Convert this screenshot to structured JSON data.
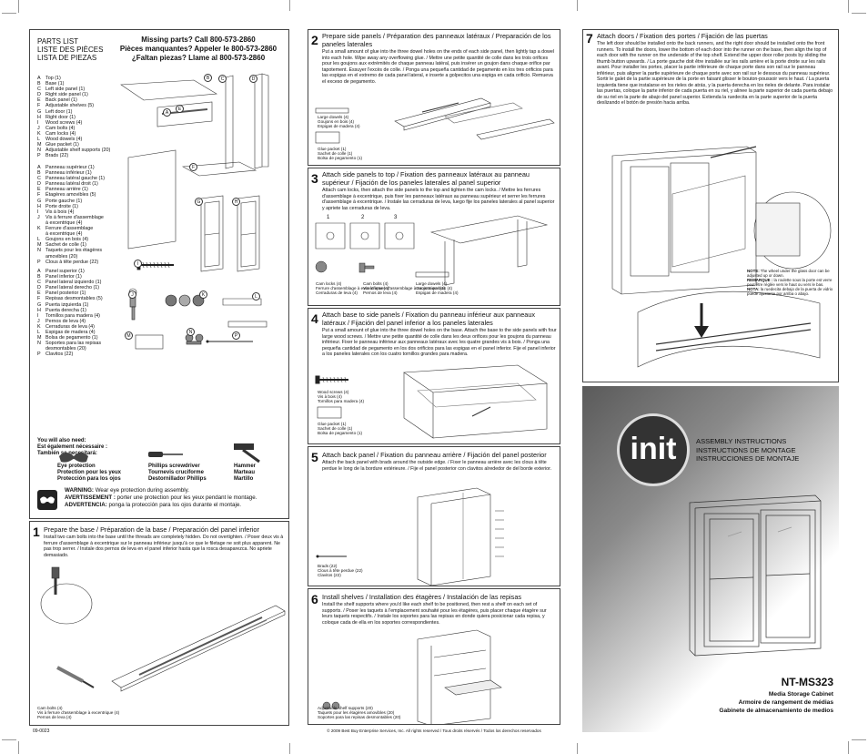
{
  "doc": {
    "code": "09-0023",
    "copyright": "© 2009 Best Buy Enterprise Services, Inc. All rights reserved / Tous droits réservés / Todos los derechos reservados"
  },
  "parts": {
    "heading": [
      "PARTS LIST",
      "LISTE DES PIÈCES",
      "LISTA DE PIEZAS"
    ],
    "missing": [
      "Missing parts? Call 800-573-2860",
      "Pièces manquantes? Appeler le 800-573-2860",
      "¿Faltan piezas? Llame al 800-573-2860"
    ],
    "en": [
      [
        "A",
        "Top (1)"
      ],
      [
        "B",
        "Base (1)"
      ],
      [
        "C",
        "Left side panel (1)"
      ],
      [
        "D",
        "Right side panel (1)"
      ],
      [
        "E",
        "Back panel (1)"
      ],
      [
        "F",
        "Adjustable shelves (5)"
      ],
      [
        "G",
        "Left door (1)"
      ],
      [
        "H",
        "Right door (1)"
      ],
      [
        "I",
        "Wood screws (4)"
      ],
      [
        "J",
        "Cam bolts (4)"
      ],
      [
        "K",
        "Cam locks (4)"
      ],
      [
        "L",
        "Wood dowels (4)"
      ],
      [
        "M",
        "Glue packet (1)"
      ],
      [
        "N",
        "Adjustable shelf supports (20)"
      ],
      [
        "P",
        "Brads (22)"
      ]
    ],
    "fr": [
      [
        "A",
        "Panneau supérieur (1)"
      ],
      [
        "B",
        "Panneau inférieur (1)"
      ],
      [
        "C",
        "Panneau latéral gauche (1)"
      ],
      [
        "D",
        "Panneau latéral droit (1)"
      ],
      [
        "E",
        "Panneau arrière (1)"
      ],
      [
        "F",
        "Étagères amovibles (5)"
      ],
      [
        "G",
        "Porte gauche (1)"
      ],
      [
        "H",
        "Porte droite (1)"
      ],
      [
        "I",
        "Vis à bois (4)"
      ],
      [
        "J",
        "Vis à ferrure d'assemblage"
      ],
      [
        "",
        "à excentrique (4)"
      ],
      [
        "K",
        "Ferrure d'assemblage"
      ],
      [
        "",
        "à excentrique (4)"
      ],
      [
        "L",
        "Goujons en bois (4)"
      ],
      [
        "M",
        "Sachet de colle (1)"
      ],
      [
        "N",
        "Taquets pour les étagères"
      ],
      [
        "",
        "amovibles (20)"
      ],
      [
        "P",
        "Clous à tête perdue (22)"
      ]
    ],
    "es": [
      [
        "A",
        "Panel superior (1)"
      ],
      [
        "B",
        "Panel inferior (1)"
      ],
      [
        "C",
        "Panel lateral izquierdo (1)"
      ],
      [
        "D",
        "Panel lateral derecho (1)"
      ],
      [
        "E",
        "Panel posterior (1)"
      ],
      [
        "F",
        "Repisas desmontables (5)"
      ],
      [
        "G",
        "Puerta izquierda (1)"
      ],
      [
        "H",
        "Puerta derecha (1)"
      ],
      [
        "I",
        "Tornillos para madera (4)"
      ],
      [
        "J",
        "Pernos de leva (4)"
      ],
      [
        "K",
        "Cerraduras de leva (4)"
      ],
      [
        "L",
        "Espigas de madera (4)"
      ],
      [
        "M",
        "Bolsa de pegamento (1)"
      ],
      [
        "N",
        "Soportes para las repisas"
      ],
      [
        "",
        "desmontables (20)"
      ],
      [
        "P",
        "Clavitos (22)"
      ]
    ],
    "letters": [
      "A",
      "B",
      "C",
      "D",
      "E",
      "F",
      "G",
      "H",
      "I",
      "J",
      "K",
      "L",
      "M",
      "N",
      "P"
    ],
    "need": [
      "You will also need:",
      "Est également nécessaire :",
      "También se necesitará:"
    ],
    "tools": [
      [
        "Eye protection",
        "Protection pour les yeux",
        "Protección para los ojos"
      ],
      [
        "Phillips screwdriver",
        "Tournevis cruciforme",
        "Destornillador Phillips"
      ],
      [
        "Hammer",
        "Marteau",
        "Martillo"
      ]
    ],
    "warning": [
      [
        "WARNING:",
        " Wear eye protection during assembly."
      ],
      [
        "AVERTISSEMENT :",
        " porter une protection pour les yeux pendant le montage."
      ],
      [
        "ADVERTENCIA:",
        " ponga la protección para los ojos durante el montaje."
      ]
    ]
  },
  "steps": [
    {
      "n": "1",
      "title": "Prepare the base / Préparation de la base / Preparación del panel inferior",
      "body": "Install two cam bolts into the base until the threads are completely hidden. Do not overtighten. / Poser deux vis à ferrure d'assemblage à excentrique sur le panneau inférieur jusqu'à ce que le filetage ne soit plus apparent. Ne pas trop serrer. / Instale dos pernos de leva en el panel inferior hasta que la rosca desaparezca. No apriete demasiado.",
      "parts": [
        "Cam bolts (4)",
        "Vis à ferrure d'assemblage à excentrique (4)",
        "Pernos de leva (4)"
      ]
    },
    {
      "n": "2",
      "title": "Prepare side panels / Préparation des panneaux latéraux / Preparación de los paneles laterales",
      "body": "Put a small amount of glue into the three dowel holes on the ends of each side panel, then lightly tap a dowel into each hole. Wipe away any overflowing glue. / Mettre une petite quantité de colle dans les trois orifices pour les goujons aux extrémités de chaque panneau latéral, puis insérer un goujon dans chaque orifice par tapotement. Essuyer l'excès de colle. / Ponga una pequeña cantidad de pegamento en los tres orificios para las espigas en el extremo de cada panel lateral, e inserte a golpecitos una espiga en cada orificio. Remueva el exceso de pegamento.",
      "dowels": [
        "Large dowels (4)",
        "Goujons en bois (4)",
        "Espigas de madera (4)"
      ],
      "glue": [
        "Glue packet (1)",
        "Sachet de colle (1)",
        "Bolsa de pegamento (1)"
      ]
    },
    {
      "n": "3",
      "title": "Attach side panels to top / Fixation des panneaux latéraux au panneau supérieur / Fijación de los paneles laterales al panel superior",
      "body": "Attach cam locks, then attach the side panels to the top and tighten the cam locks. / Mettre les ferrures d'assemblage à excentrique, puis fixer les panneaux latéraux au panneau supérieur et serrer les ferrures d'assemblage à excentrique. / Instale las cerraduras de leva, luego fije los paneles laterales al panel superior y apriete las cerraduras de leva.",
      "nums": [
        "1",
        "2",
        "3"
      ],
      "k": [
        "Cam locks (4)",
        "Ferrure d'assemblage à excentrique (4)",
        "Cerraduras de leva (4)"
      ],
      "j": [
        "Cam bolts (4)",
        "Vis à ferrure d'assemblage à excentrique (4)",
        "Pernos de leva (4)"
      ],
      "l": [
        "Large dowels (4)",
        "Goujons en bois (4)",
        "Espigas de madera (4)"
      ]
    },
    {
      "n": "4",
      "title": "Attach base to side panels / Fixation du panneau inférieur aux panneaux latéraux / Fijación del panel inferior a los paneles laterales",
      "body": "Put a small amount of glue into the three dowel holes on the base. Attach the base to the side panels with four large wood screws. / Mettre une petite quantité de colle dans les deux orifices pour les goujons du panneau inférieur. Fixer le panneau inférieur aux panneaux latéraux avec les quatre grandes vis à bois. / Ponga una pequeña cantidad de pegamento en los dos orificios para las espigas en el panel inferior. Fije el panel inferior a los paneles laterales con los cuatro tornillos grandes para madera.",
      "i": [
        "Wood screws (4)",
        "Vis à bois (4)",
        "Tornillos para madera (4)"
      ],
      "m": [
        "Glue packet (1)",
        "Sachet de colle (1)",
        "Bolsa de pegamento (1)"
      ]
    },
    {
      "n": "5",
      "title": "Attach back panel / Fixation du panneau arrière / Fijación del panel posterior",
      "body": "Attach the back panel with brads around the outside edge. / Fixer le panneau arrière avec les clous à tête perdue le long de la bordure extérieure. / Fije el panel posterior con clavitos alrededor de del borde exterior.",
      "p": [
        "Brads (22)",
        "Clous à tête perdue (22)",
        "Clavitos (22)"
      ]
    },
    {
      "n": "6",
      "title": "Install shelves / Installation des étagères / Instalación de las repisas",
      "body": "Install the shelf supports where you'd like each shelf to be positioned, then rest a shelf on each set of supports. / Poser les taquets à l'emplacement souhaité pour les étagères, puis placer chaque étagère sur leurs taquets respectifs. / Instale los soportes para las repisas en donde quiera posicionar cada repisa, y coloque cada de ella en los soportes correspondientes.",
      "n_parts": [
        "Adjustable shelf supports (20)",
        "Taquets pour les étagères amovibles (20)",
        "Soportes para las repisas desmontables (20)"
      ]
    },
    {
      "n": "7",
      "title": "Attach doors / Fixation des portes / Fijación de las puertas",
      "body": "The left door should be installed onto the back runners, and the right door should be installed onto the front runners. To install the doors, lower the bottom of each door into the runner on the base, then align the top of each door with the runner on the underside of the top shelf. Extend the upper door roller posts by sliding the thumb button upwards. / La porte gauche doit être installée sur les rails arrière et la porte droite sur les rails avant. Pour installer les portes, placer la partie inférieure de chaque porte dans son rail sur le panneau inférieur, puis aligner la partie supérieure de chaque porte avec son rail sur le dessous du panneau supérieur. Sortir le galet de la partie supérieure de la porte en faisant glisser le bouton-poussoir vers le haut. / La puerta izquierda tiene que instalarse en los rieles de atrás, y la puerta derecha en los rieles de delante. Para instalar las puertas, coloque la parte inferior de cada puerta en su riel, y alinee la parte superior de cada puerta debajo de su riel en la parte de abajo del panel superior. Extienda la ruedecita en la parte superior de la puerta deslizando el botón de presión hacia arriba.",
      "note": [
        [
          "NOTE:",
          " The wheel under the glass door can be adjusted up or down."
        ],
        [
          "REMARQUE :",
          " la roulette sous la porte est verre peut être réglée vers le haut ou vers le bas."
        ],
        [
          "NOTA:",
          " la ruedecita debajo de la puerta de vidrio puede ajustarse por arriba o abajo."
        ]
      ]
    }
  ],
  "cover": {
    "brand": "init",
    "lines": [
      "ASSEMBLY INSTRUCTIONS",
      "INSTRUCTIONS DE MONTAGE",
      "INSTRUCCIONES DE MONTAJE"
    ],
    "model": "NT-MS323",
    "names": [
      "Media Storage Cabinet",
      "Armoire de rangement de médias",
      "Gabinete de almacenamiento de medios"
    ]
  }
}
